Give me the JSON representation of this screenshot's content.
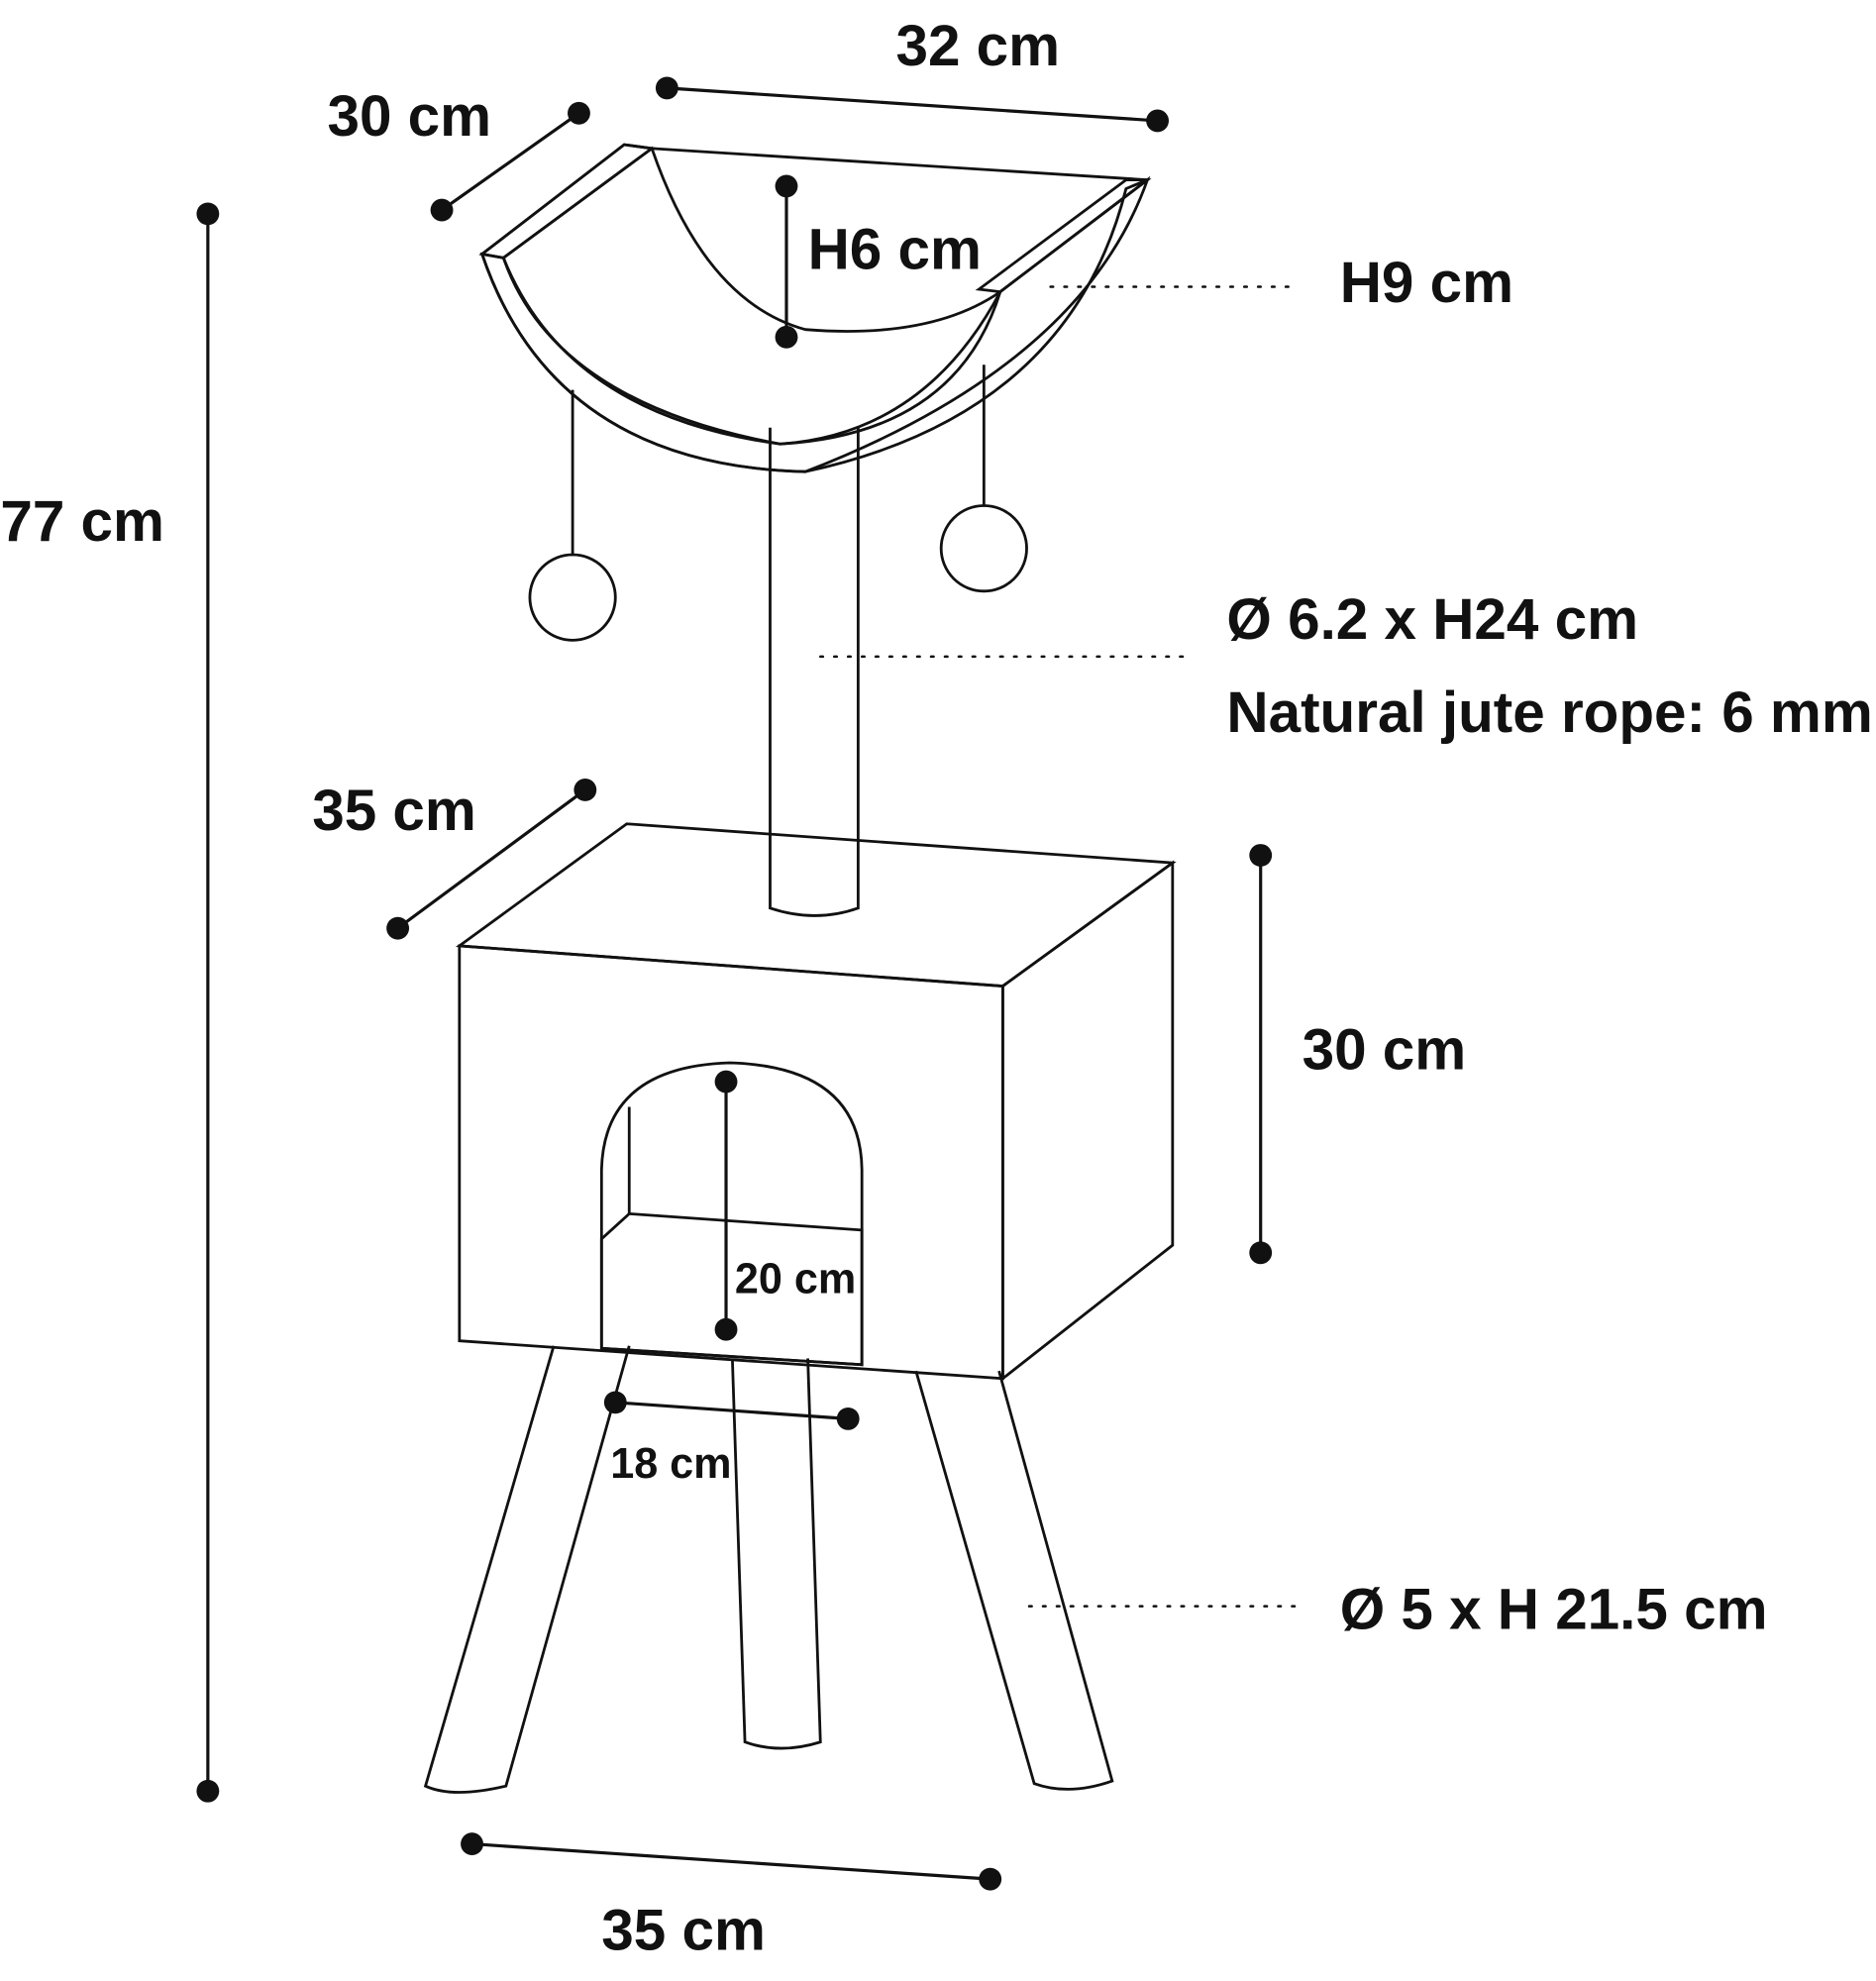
{
  "title": "Cat tree dimensions",
  "colors": {
    "light_panel": "#d3dfdc",
    "mid_panel": "#bccbc7",
    "dark_interior": "#6f8683",
    "floor": "#e6ecea",
    "outline": "#111111"
  },
  "labels": {
    "bed_depth": "30 cm",
    "bed_width": "32 cm",
    "bed_inner_height": "H6 cm",
    "bed_height": "H9 cm",
    "total_height": "77 cm",
    "post_size": "Ø 6.2 x H24 cm",
    "post_rope": "Natural jute rope: 6 mm",
    "house_depth": "35 cm",
    "house_height": "30 cm",
    "door_height": "20 cm",
    "door_width": "18 cm",
    "leg_size": "Ø 5 x H 21.5 cm",
    "base_width": "35 cm"
  }
}
